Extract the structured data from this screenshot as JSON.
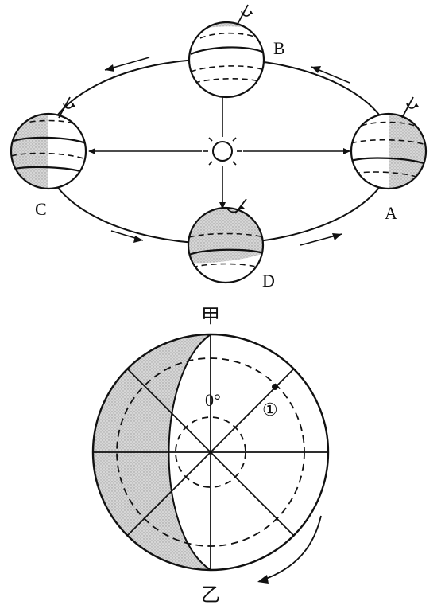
{
  "orbit_diagram": {
    "labels": {
      "a": "A",
      "b": "B",
      "c": "C",
      "d": "D"
    }
  },
  "polar_diagram": {
    "top_label": "甲",
    "bottom_label": "乙",
    "center_label": "0°",
    "point_label": "①"
  },
  "colors": {
    "ink": "#111111",
    "shade": "#cfcfcf",
    "background": "#ffffff"
  }
}
